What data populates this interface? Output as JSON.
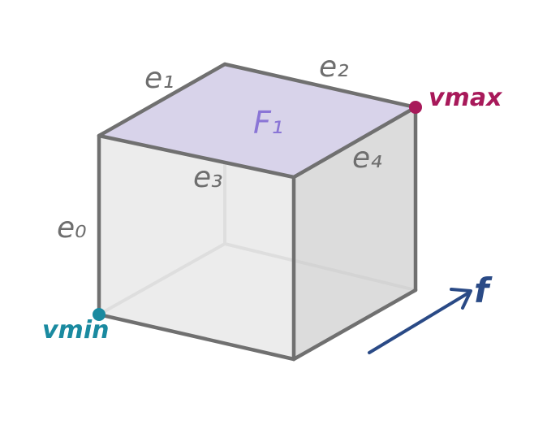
{
  "labels": {
    "e0": "e₀",
    "e1": "e₁",
    "e2": "e₂",
    "e3": "e₃",
    "e4": "e₄",
    "face": "F₁",
    "vmin": "vmin",
    "vmax": "vmax",
    "arrow": "f"
  },
  "colors": {
    "edge": "#707070",
    "hidden_edge": "#c8c8c8",
    "face_fill": "#e6e6e6",
    "top_fill": "#d8d3ea",
    "side_fill": "#dadada",
    "label": "#6e6e6e",
    "face_label": "#8a75d6",
    "vmin": "#1a8aa0",
    "vmax": "#a8195a",
    "arrow": "#2a4a86"
  }
}
